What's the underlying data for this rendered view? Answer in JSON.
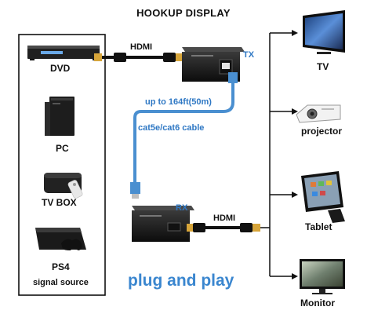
{
  "title": "HOOKUP DISPLAY",
  "sources": {
    "group_label": "signal source",
    "items": [
      "DVD",
      "PC",
      "TV BOX",
      "PS4"
    ]
  },
  "transmitter": {
    "label": "TX",
    "cable_label": "HDMI"
  },
  "link": {
    "distance": "up to 164ft(50m)",
    "cable": "cat5e/cat6 cable"
  },
  "receiver": {
    "label": "RX",
    "cable_label": "HDMI"
  },
  "tagline": "plug and play",
  "displays": [
    "TV",
    "projector",
    "Tablet",
    "Monitor"
  ],
  "colors": {
    "accent_blue": "#2f78c4",
    "cable_blue": "#4a8fd0",
    "outline": "#111111"
  }
}
